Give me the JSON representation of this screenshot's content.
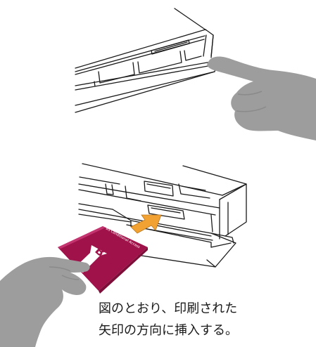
{
  "card": {
    "logo_text": "B-C",
    "small_text": "BS Conditional Access"
  },
  "caption": {
    "line1": "図のとおり、印刷された",
    "line2": "矢印の方向に挿入する。"
  },
  "colors": {
    "line": "#1a1a1a",
    "hand": "#9d9d9d",
    "hand_shadow": "#8a8a8a",
    "card": "#a0124a",
    "card_dark": "#7e0d3a",
    "arrow": "#f2a233",
    "background": "#ffffff"
  },
  "icons": {
    "hand_top": "pointing-hand-icon",
    "hand_bottom": "holding-hand-icon",
    "insert_arrow": "insert-arrow-icon"
  }
}
